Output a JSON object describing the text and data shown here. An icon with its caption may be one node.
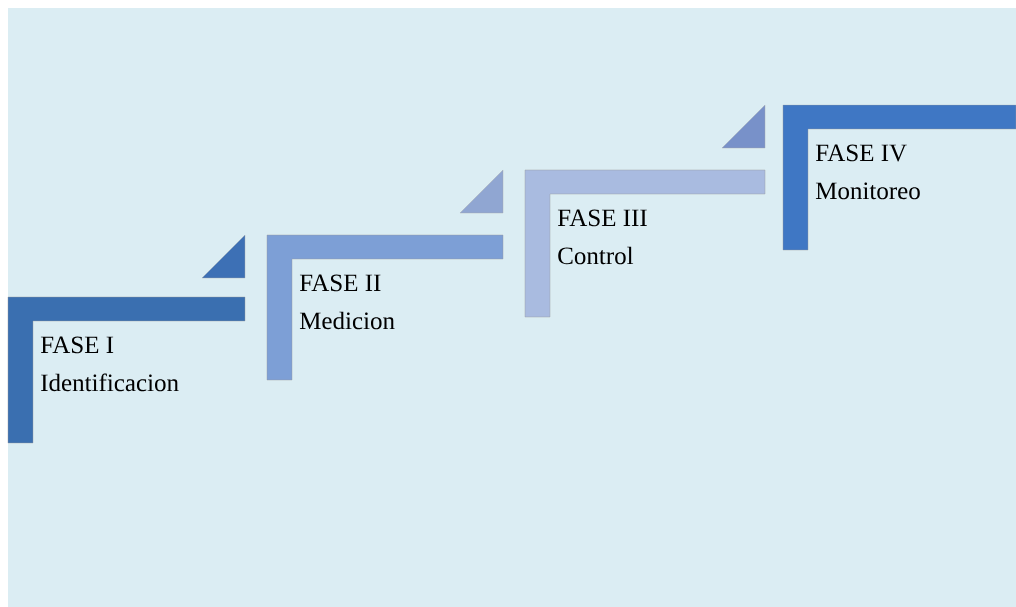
{
  "diagram": {
    "nodes": [
      {
        "text": [
          "FASE I",
          "Identificacion"
        ]
      },
      {
        "text": [
          "FASE II",
          "Medicion"
        ]
      },
      {
        "text": [
          "FASE III",
          "Control"
        ]
      },
      {
        "text": [
          "FASE IV",
          "Monitoreo"
        ]
      }
    ]
  }
}
